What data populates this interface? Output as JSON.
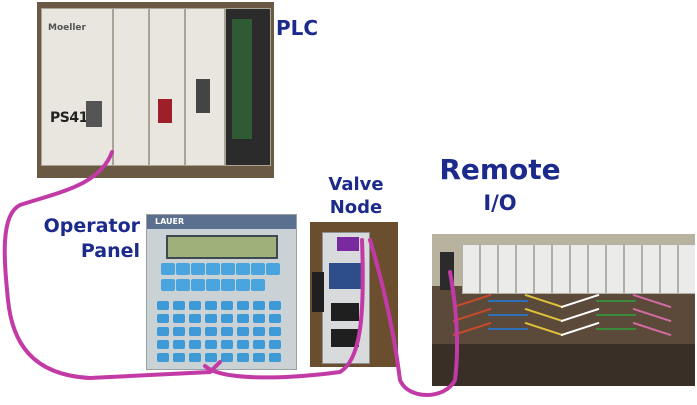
{
  "labels": {
    "plc": "PLC",
    "operator_line1": "Operator",
    "operator_line2": "Panel",
    "valve_line1": "Valve",
    "valve_line2": "Node",
    "remote_line1": "Remote",
    "remote_line2": "I/O"
  },
  "device_text": {
    "plc_brand": "Moeller",
    "plc_model": "PS416",
    "panel_brand": "LAUER"
  },
  "colors": {
    "label": "#1c2a8c",
    "cable": "#c23aa6",
    "cable_highlight": "#9a3fb5"
  }
}
